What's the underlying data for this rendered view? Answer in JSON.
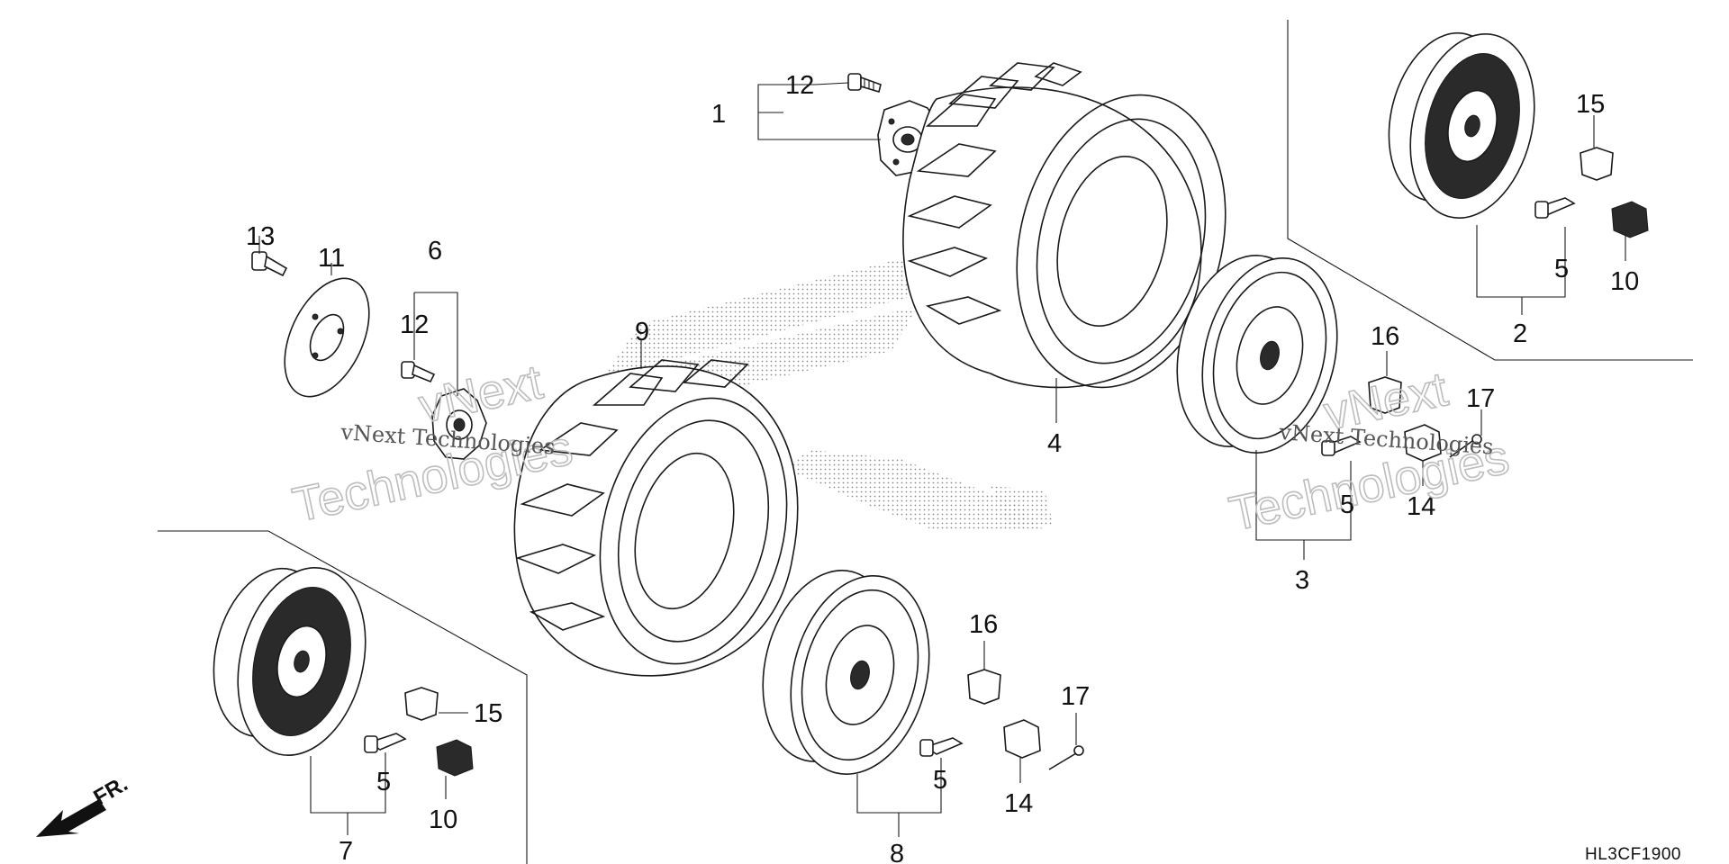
{
  "diagram": {
    "part_code": "HL3CF1900",
    "direction_label": "FR.",
    "callouts": {
      "c1": "1",
      "c12a": "12",
      "c13": "13",
      "c11": "11",
      "c6": "6",
      "c12b": "12",
      "c9": "9",
      "c4": "4",
      "c15a": "15",
      "c5a": "5",
      "c10a": "10",
      "c2": "2",
      "c16a": "16",
      "c17a": "17",
      "c5b": "5",
      "c14a": "14",
      "c3": "3",
      "c15b": "15",
      "c5c": "5",
      "c10b": "10",
      "c7": "7",
      "c16b": "16",
      "c17b": "17",
      "c5d": "5",
      "c14b": "14",
      "c8": "8"
    },
    "watermarks": {
      "left_big_1": "vNext",
      "left_big_2": "Technologies",
      "left_small": "vNext Technologies",
      "right_big_1": "vNext",
      "right_big_2": "Technologies",
      "right_small": "vNext Technologies"
    },
    "icons": [
      "direction-arrow-icon"
    ]
  }
}
